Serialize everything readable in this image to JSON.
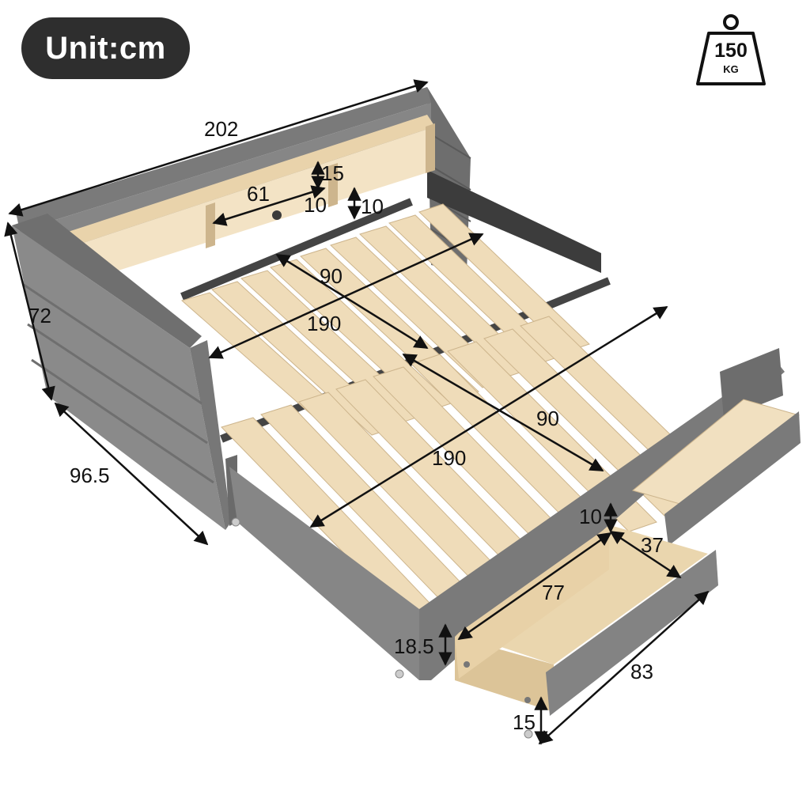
{
  "unit_badge": "Unit:cm",
  "weight_capacity": {
    "value": "150",
    "unit": "KG"
  },
  "dimensions": {
    "total_length": "202",
    "height": "72",
    "width": "96.5",
    "shelf_width": "61",
    "shelf_height": "15",
    "shelf_depth": "10",
    "shelf_top_gap": "10",
    "upper_slat_width": "90",
    "upper_length": "190",
    "lower_slat_width": "90",
    "lower_length": "190",
    "drawer_rim": "10",
    "drawer_depth": "37",
    "drawer_inner_length": "77",
    "drawer_outer_length": "83",
    "drawer_height": "18.5",
    "caster_height": "15"
  },
  "colors": {
    "upholstery": "#7c7c7c",
    "upholstery_dark": "#5d5d5d",
    "wood": "#ecd9b6",
    "wood_edge": "#cdb58d",
    "metal": "#4a4a4a"
  }
}
